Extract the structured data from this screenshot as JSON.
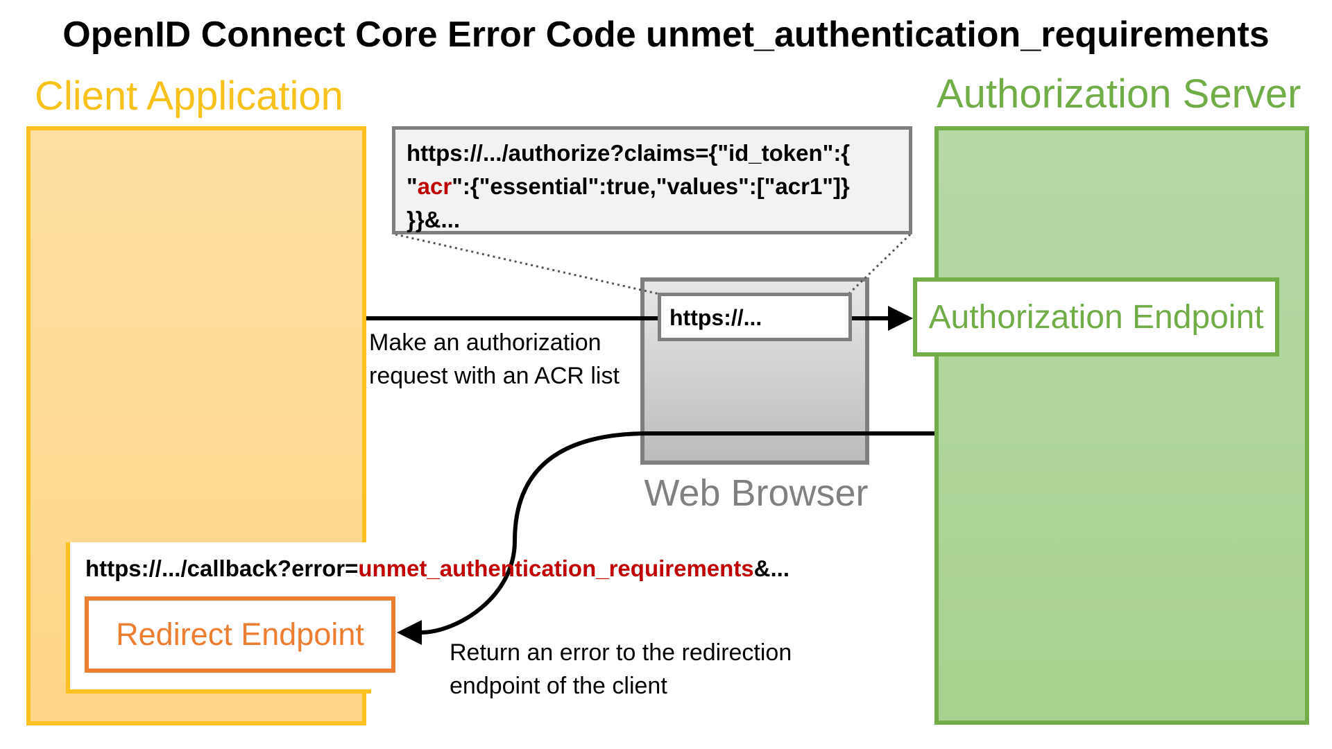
{
  "title": "OpenID Connect Core Error Code unmet_authentication_requirements",
  "client": {
    "heading": "Client Application",
    "redirect_endpoint_label": "Redirect Endpoint"
  },
  "server": {
    "heading": "Authorization Server",
    "authorization_endpoint_label": "Authorization Endpoint"
  },
  "browser": {
    "label": "Web Browser",
    "url_bar": "https://..."
  },
  "request": {
    "line1": "https://.../authorize?claims={\"id_token\":{",
    "line2_quote_open": "\"",
    "line2_acr": "acr",
    "line2_rest": "\":{\"essential\":true,\"values\":[\"acr1\"]}",
    "line3": "}}&...",
    "caption_line1": "Make an authorization",
    "caption_line2": "request with an ACR list"
  },
  "response": {
    "callback_prefix": "https://.../callback?error=",
    "callback_error": "unmet_authentication_requirements",
    "callback_suffix": "&...",
    "caption_line1": "Return an error to the redirection",
    "caption_line2": "endpoint of the client"
  },
  "colors": {
    "client_accent": "#fcc11e",
    "server_accent": "#72ad47",
    "redirect_accent": "#ed7d31",
    "highlight_red": "#c00000",
    "browser_gray": "#7f7f7f"
  }
}
